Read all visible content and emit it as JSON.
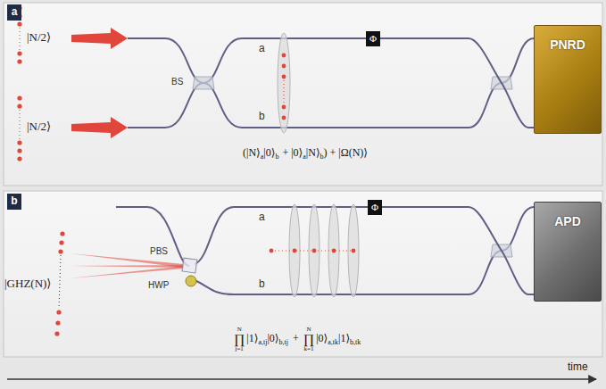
{
  "diagram": {
    "nodes": [
      {
        "text": [
          "a"
        ]
      },
      {
        "text": [
          "Φ"
        ]
      },
      {
        "text": [
          "PNRD"
        ]
      },
      {
        "text": [
          "b"
        ]
      },
      {
        "text": [
          "Φ"
        ]
      },
      {
        "text": [
          "APD"
        ]
      }
    ],
    "edges": [
      {
        "from": 1,
        "to": 2,
        "arrow": "none"
      },
      {
        "from": 4,
        "to": 5,
        "arrow": "none"
      }
    ],
    "labels": [
      "|N/2⟩",
      "BS",
      "a",
      "b",
      "|N/2⟩",
      "(|N⟩",
      "a",
      "|0⟩",
      "b",
      "+ |0⟩",
      "a",
      "|N⟩",
      "b",
      ") + |Ω(N)⟩",
      "|GHZ(N)⟩",
      "PBS",
      "HWP",
      "a",
      "b",
      "N",
      "∏",
      "j=1",
      "|1⟩",
      "a,tj",
      "|0⟩",
      "b,tj",
      "+",
      "N",
      "∏",
      "k=1",
      "|0⟩",
      "a,tk",
      "|1⟩",
      "b,tk",
      "time"
    ]
  }
}
